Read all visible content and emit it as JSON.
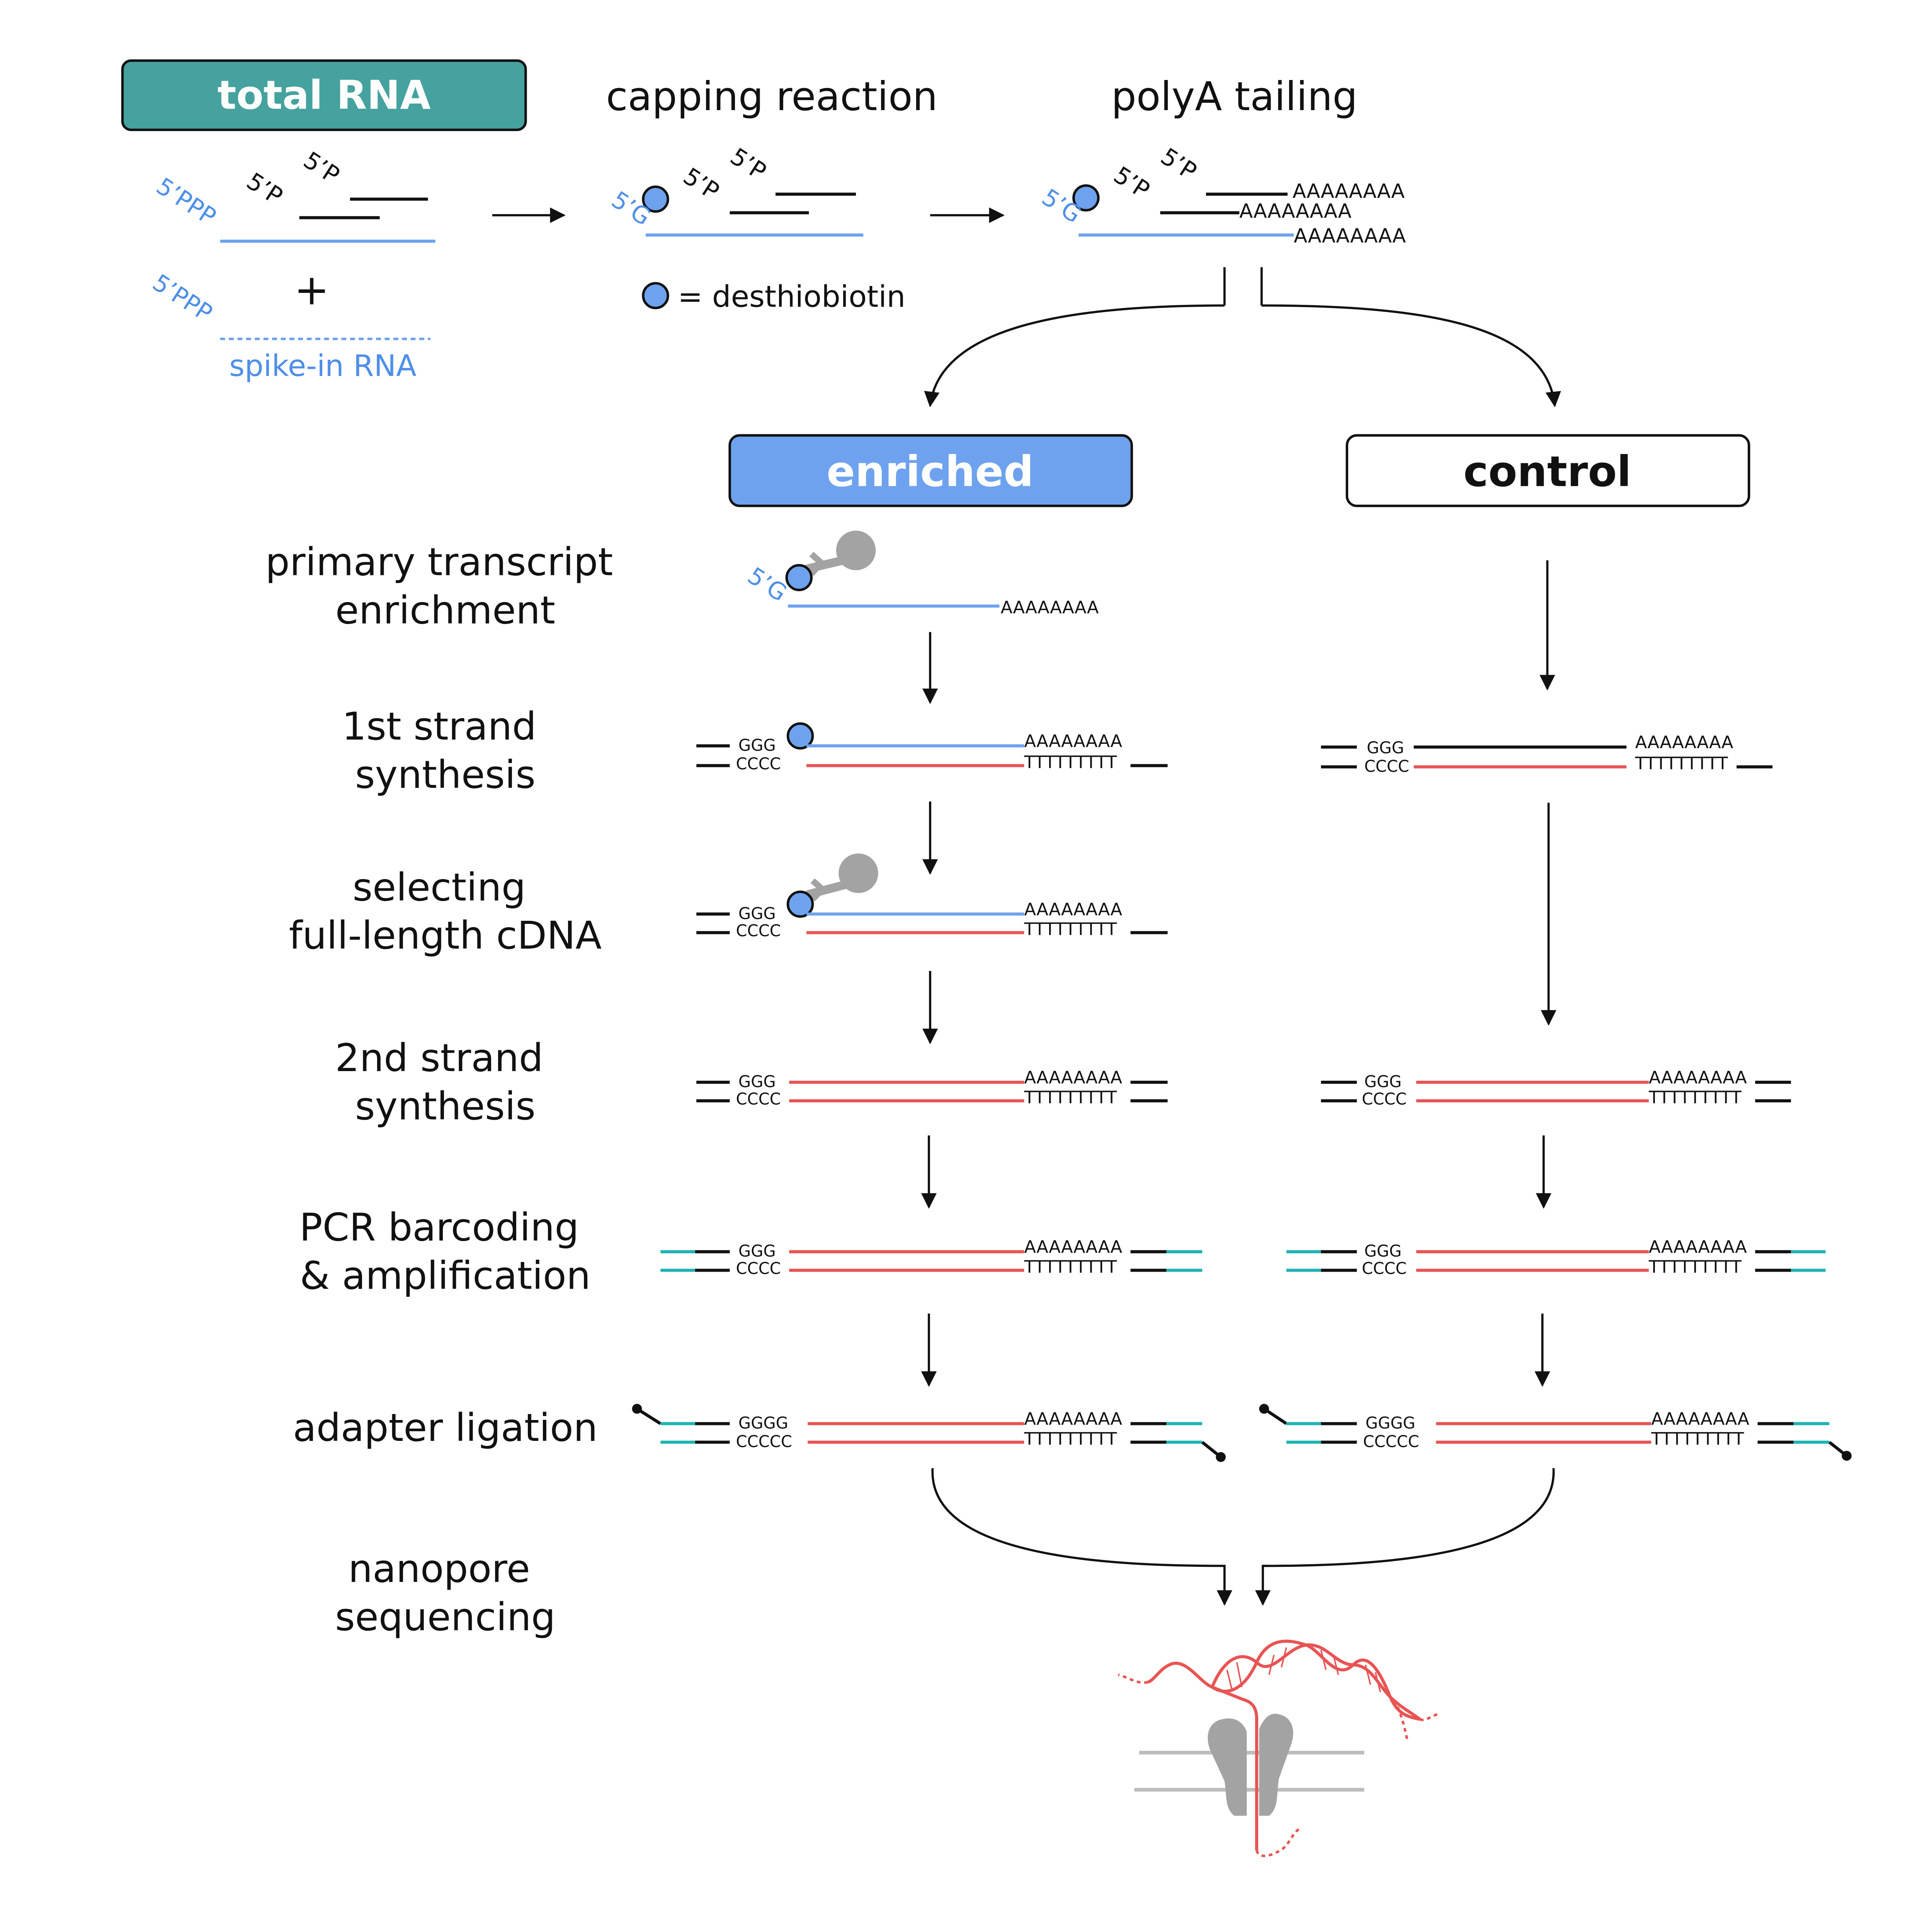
{
  "colors": {
    "teal": "#45a29e",
    "blue": "#6ea2ee",
    "blue_text": "#4f8fe8",
    "red": "#e85454",
    "cyan": "#1fb3b3",
    "gray": "#a3a3a3",
    "black": "#111111"
  },
  "header": {
    "total_rna": "total RNA",
    "capping": "capping reaction",
    "polya": "polyA tailing"
  },
  "labels": {
    "p5ppp": "5’PPP",
    "p5p": "5’P",
    "g5": "5’G",
    "plus": "+",
    "spike_in": "spike-in RNA",
    "desthiobiotin": "= desthiobiotin",
    "polyA": "AAAAAAAA",
    "polyT": "TTTTTTTTT",
    "ggg": "GGG",
    "cccc": "CCCC",
    "gggg": "GGGG",
    "ccccc": "CCCCC"
  },
  "branches": {
    "enriched": "enriched",
    "control": "control"
  },
  "steps": [
    [
      "primary transcript",
      "enrichment"
    ],
    [
      "1st strand",
      "synthesis"
    ],
    [
      "selecting",
      "full-length cDNA"
    ],
    [
      "2nd strand",
      "synthesis"
    ],
    [
      "PCR barcoding",
      "& amplification"
    ],
    [
      "adapter ligation"
    ],
    [
      "nanopore",
      "sequencing"
    ]
  ]
}
